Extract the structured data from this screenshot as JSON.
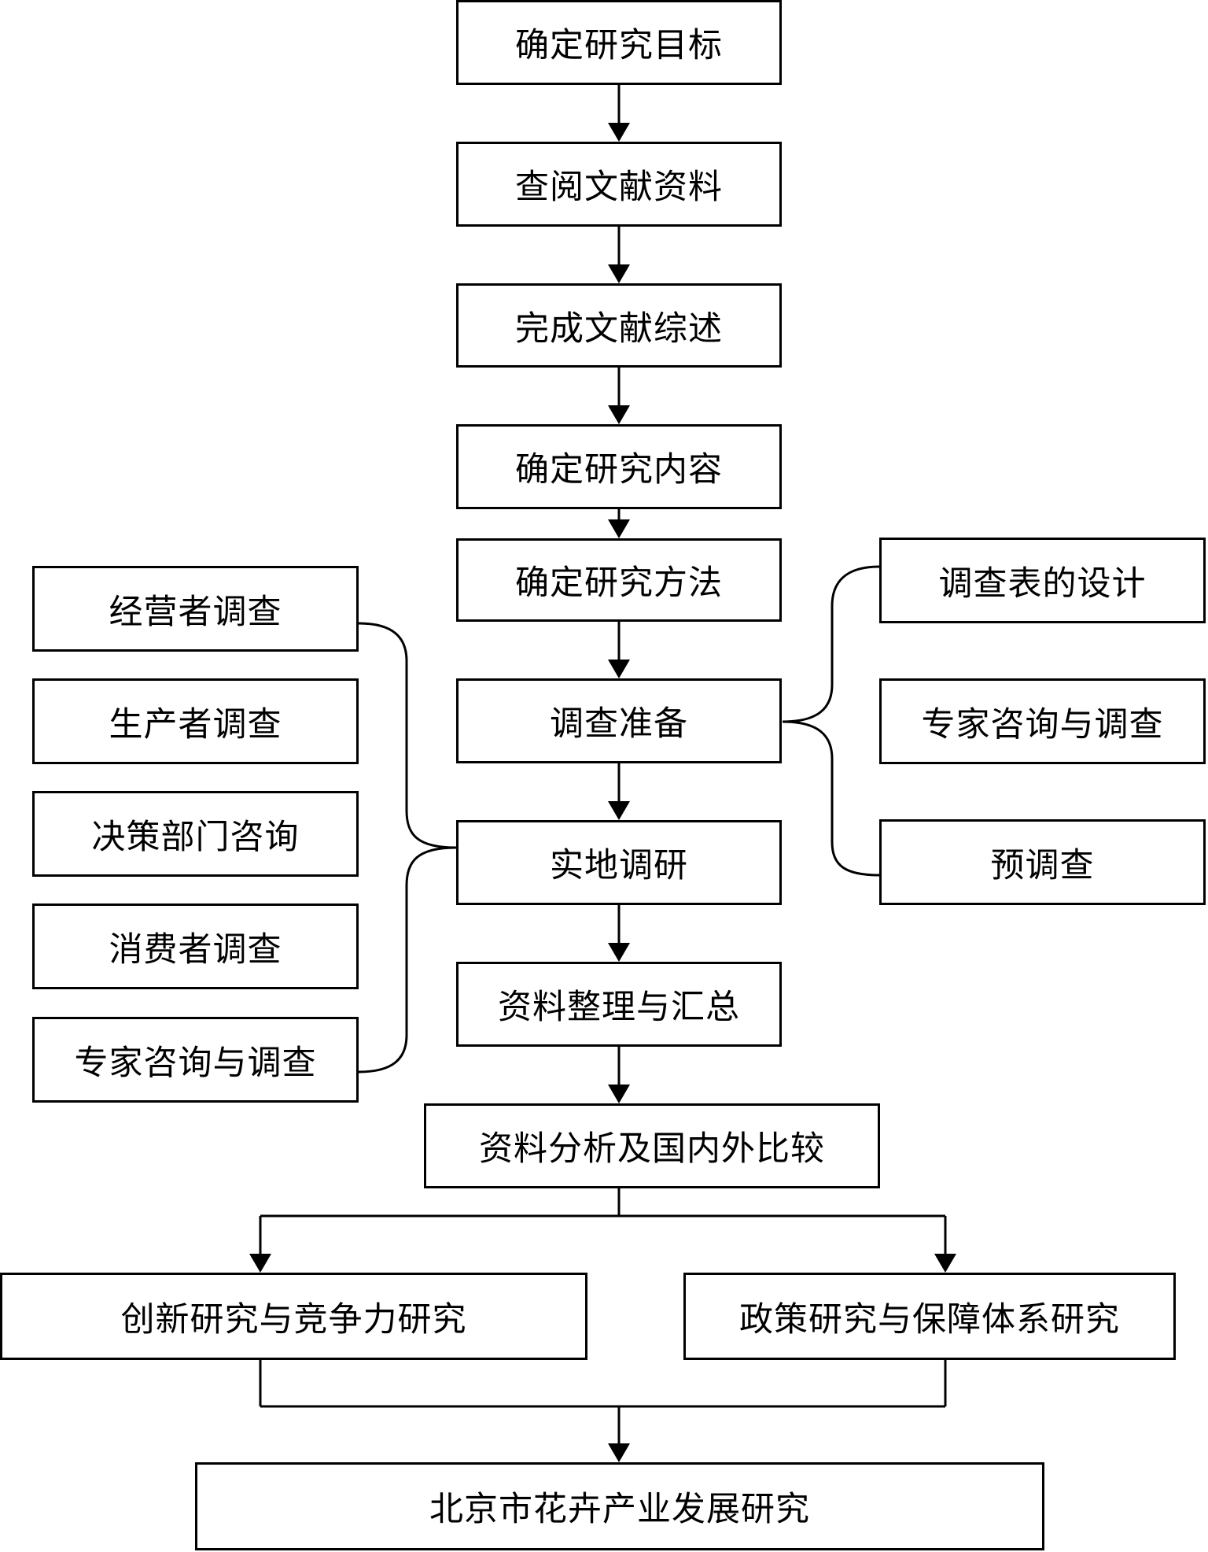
{
  "flowchart": {
    "main_steps": {
      "define_goal": "确定研究目标",
      "review_literature": "查阅文献资料",
      "literature_review": "完成文献综述",
      "define_content": "确定研究内容",
      "define_method": "确定研究方法",
      "survey_prep": "调查准备",
      "field_research": "实地调研",
      "data_compile": "资料整理与汇总",
      "data_analysis": "资料分析及国内外比较"
    },
    "left_branch": {
      "operator_survey": "经营者调查",
      "producer_survey": "生产者调查",
      "policy_dept_consult": "决策部门咨询",
      "consumer_survey": "消费者调查",
      "expert_consult": "专家咨询与调查"
    },
    "right_branch": {
      "questionnaire_design": "调查表的设计",
      "expert_consult": "专家咨询与调查",
      "pre_survey": "预调查"
    },
    "split": {
      "innovation": "创新研究与竞争力研究",
      "policy": "政策研究与保障体系研究"
    },
    "final": "北京市花卉产业发展研究"
  }
}
